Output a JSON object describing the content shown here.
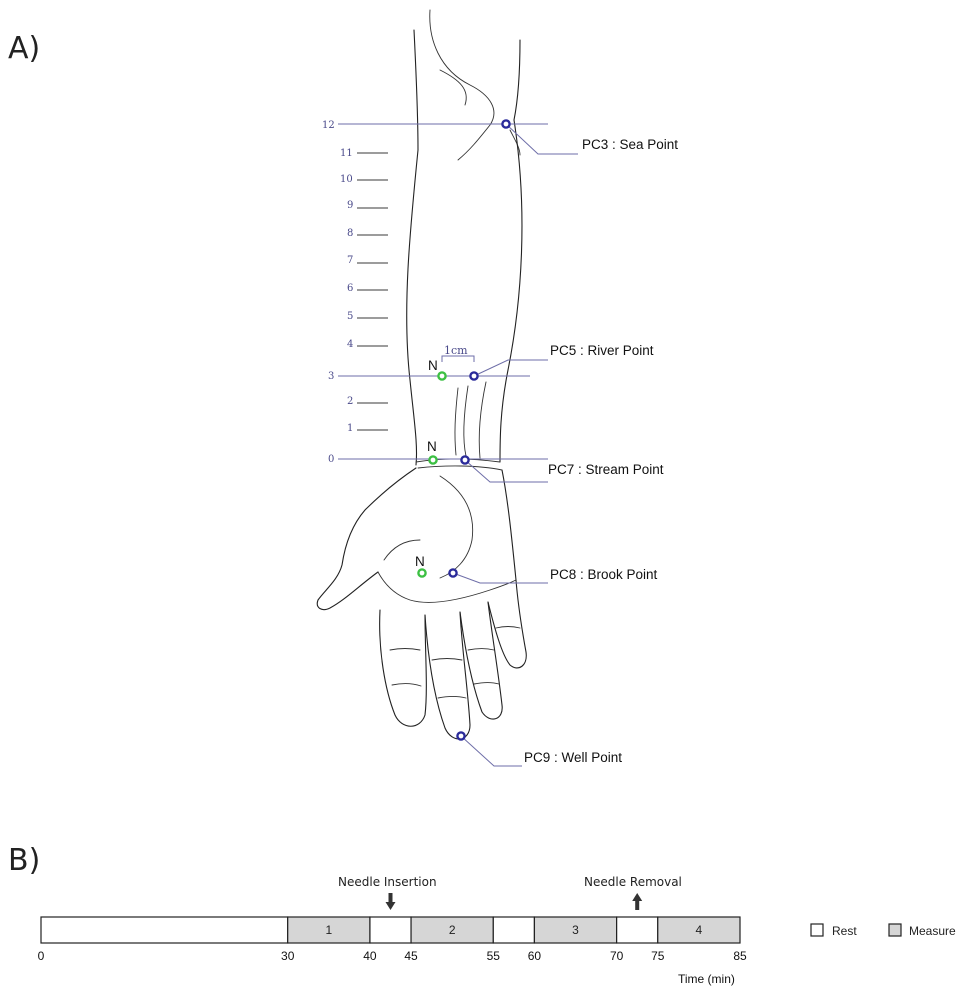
{
  "panel_a": {
    "label": "A)",
    "scale_numbers": [
      "12",
      "11",
      "10",
      "9",
      "8",
      "7",
      "6",
      "5",
      "4",
      "3",
      "2",
      "1",
      "0"
    ],
    "measure": "1cm",
    "needle_marker": "N",
    "points": [
      {
        "label": "PC3 : Sea Point"
      },
      {
        "label": "PC5 : River Point"
      },
      {
        "label": "PC7 : Stream Point"
      },
      {
        "label": "PC8 : Brook Point"
      },
      {
        "label": "PC9 : Well Point"
      }
    ],
    "colors": {
      "acupoint": "#2a2a9a",
      "needle": "#3cc043",
      "guide": "#6e6ea8"
    }
  },
  "panel_b": {
    "label": "B)",
    "needle_insertion": "Needle Insertion",
    "needle_removal": "Needle Removal",
    "axis_label": "Time (min)",
    "segments": [
      {
        "start": 0,
        "end": 30,
        "type": "rest",
        "label": ""
      },
      {
        "start": 30,
        "end": 40,
        "type": "measure",
        "label": "1"
      },
      {
        "start": 40,
        "end": 45,
        "type": "rest",
        "label": ""
      },
      {
        "start": 45,
        "end": 55,
        "type": "measure",
        "label": "2"
      },
      {
        "start": 55,
        "end": 60,
        "type": "rest",
        "label": ""
      },
      {
        "start": 60,
        "end": 70,
        "type": "measure",
        "label": "3"
      },
      {
        "start": 70,
        "end": 75,
        "type": "rest",
        "label": ""
      },
      {
        "start": 75,
        "end": 85,
        "type": "measure",
        "label": "4"
      }
    ],
    "ticks": [
      0,
      30,
      40,
      45,
      55,
      60,
      70,
      75,
      85
    ],
    "insertion_time": 42.5,
    "removal_time": 72.5,
    "legend": [
      {
        "label": "Rest",
        "type": "rest"
      },
      {
        "label": "Measure",
        "type": "measure"
      }
    ],
    "colors": {
      "rest": "#ffffff",
      "measure": "#d6d6d6"
    }
  }
}
